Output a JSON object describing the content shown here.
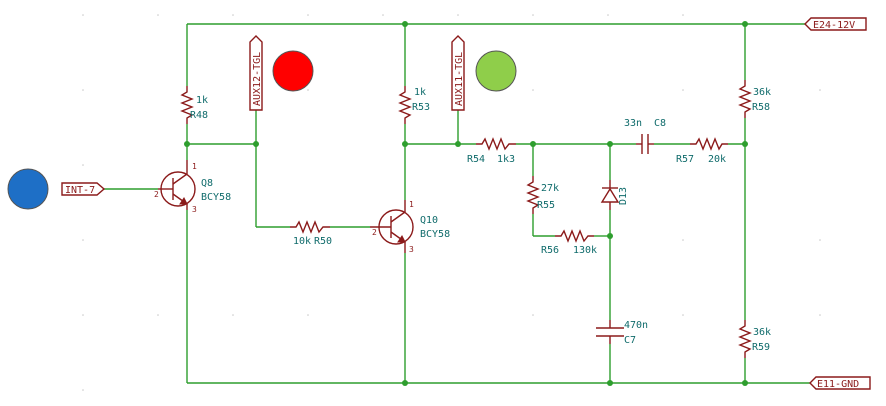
{
  "nets": {
    "vcc": "E24-12V",
    "gnd": "E11-GND",
    "input": "INT-7",
    "aux12": "AUX12-TGL",
    "aux11": "AUX11-TGL"
  },
  "components": {
    "R48": {
      "ref": "R48",
      "value": "1k"
    },
    "R53": {
      "ref": "R53",
      "value": "1k"
    },
    "R50": {
      "ref": "R50",
      "value": "10k"
    },
    "R54": {
      "ref": "R54",
      "value": "1k3"
    },
    "R55": {
      "ref": "R55",
      "value": "27k"
    },
    "R56": {
      "ref": "R56",
      "value": "130k"
    },
    "R57": {
      "ref": "R57",
      "value": "20k"
    },
    "R58": {
      "ref": "R58",
      "value": "36k"
    },
    "R59": {
      "ref": "R59",
      "value": "36k"
    },
    "C8": {
      "ref": "C8",
      "value": "33n"
    },
    "C7": {
      "ref": "C7",
      "value": "470n"
    },
    "D13": {
      "ref": "D13"
    },
    "Q8": {
      "ref": "Q8",
      "value": "BCY58"
    },
    "Q10": {
      "ref": "Q10",
      "value": "BCY58"
    }
  },
  "pins": {
    "one": "1",
    "two": "2",
    "three": "3"
  },
  "indicators": {
    "aux12_color": "#ff0000",
    "aux11_color": "#8fce4a",
    "input_color": "#1e6fc6"
  }
}
